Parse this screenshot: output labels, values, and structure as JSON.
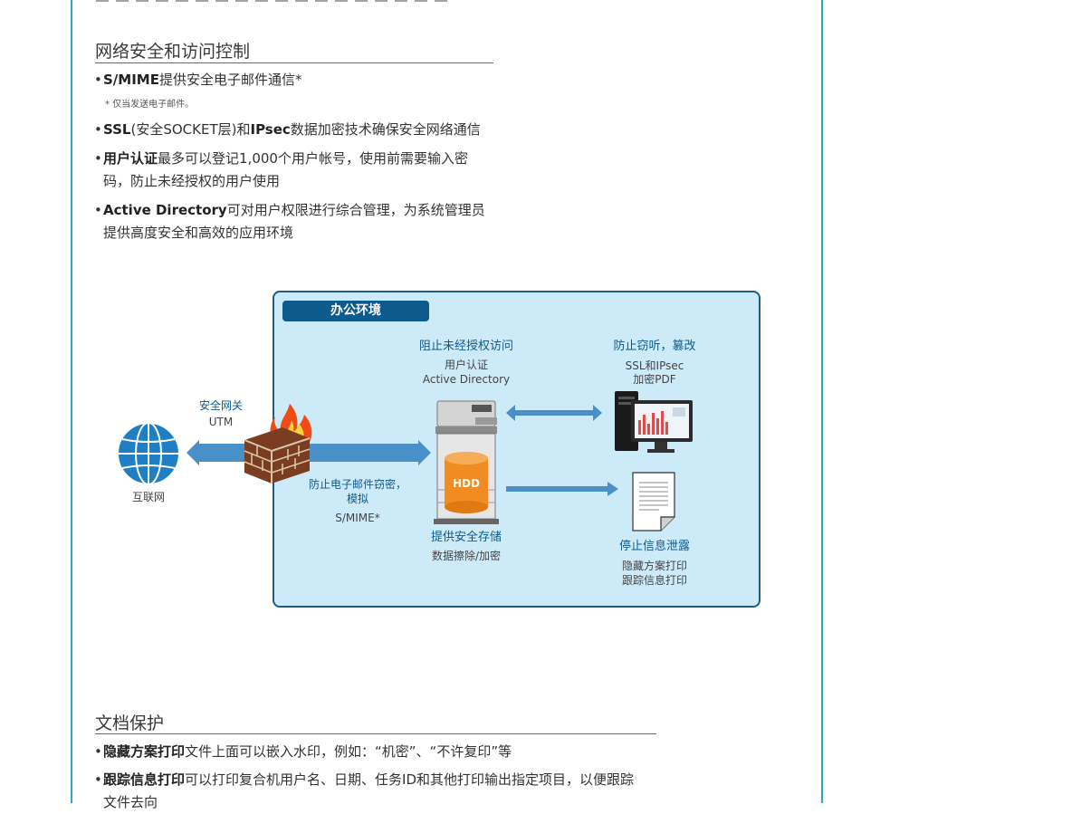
{
  "section1": {
    "title": "网络安全和访问控制",
    "items": [
      {
        "bold": "S/MIME",
        "text": "提供安全电子邮件通信*"
      },
      {
        "bold": "SSL",
        "text": "(安全SOCKET层)和",
        "bold2": "IPsec",
        "text2": "数据加密技术确保安全网络通信"
      },
      {
        "bold": "用户认证",
        "text": "最多可以登记1,000个用户帐号，使用前需要输入密",
        "line2": "码，防止未经授权的用户使用"
      },
      {
        "bold": "Active Directory",
        "text": "可对用户权限进行综合管理，为系统管理员",
        "line2": "提供高度安全和高效的应用环境"
      }
    ],
    "note": "* 仅当发送电子邮件。"
  },
  "diagram": {
    "office_label": "办公环境",
    "internet": "互联网",
    "gateway_title": "安全网关",
    "gateway_sub": "UTM",
    "email_title_1": "防止电子邮件窃密，",
    "email_title_2": "模拟",
    "email_sub": "S/MIME*",
    "access_title": "阻止未经授权访问",
    "access_sub_1": "用户认证",
    "access_sub_2": "Active Directory",
    "hdd": "HDD",
    "storage_title": "提供安全存储",
    "storage_sub": "数据擦除/加密",
    "eaves_title": "防止窃听，篡改",
    "eaves_sub_1": "SSL和IPsec",
    "eaves_sub_2": "加密PDF",
    "leak_title": "停止信息泄露",
    "leak_sub_1": "隐藏方案打印",
    "leak_sub_2": "跟踪信息打印"
  },
  "section2": {
    "title": "文档保护",
    "items": [
      {
        "bold": "隐藏方案打印",
        "text": "文件上面可以嵌入水印，例如：“机密”、“不许复印”等"
      },
      {
        "bold": "跟踪信息打印",
        "text": "可以打印复合机用户名、日期、任务ID和其他打印输出指定项目，以便跟踪",
        "line2": "文件去向"
      }
    ]
  },
  "colors": {
    "frame": "#2fa3c4",
    "office_bg": "#cdeaf8",
    "office_border": "#1c5d86",
    "accent_blue": "#0d5b8c",
    "arrow": "#4a90c8"
  }
}
